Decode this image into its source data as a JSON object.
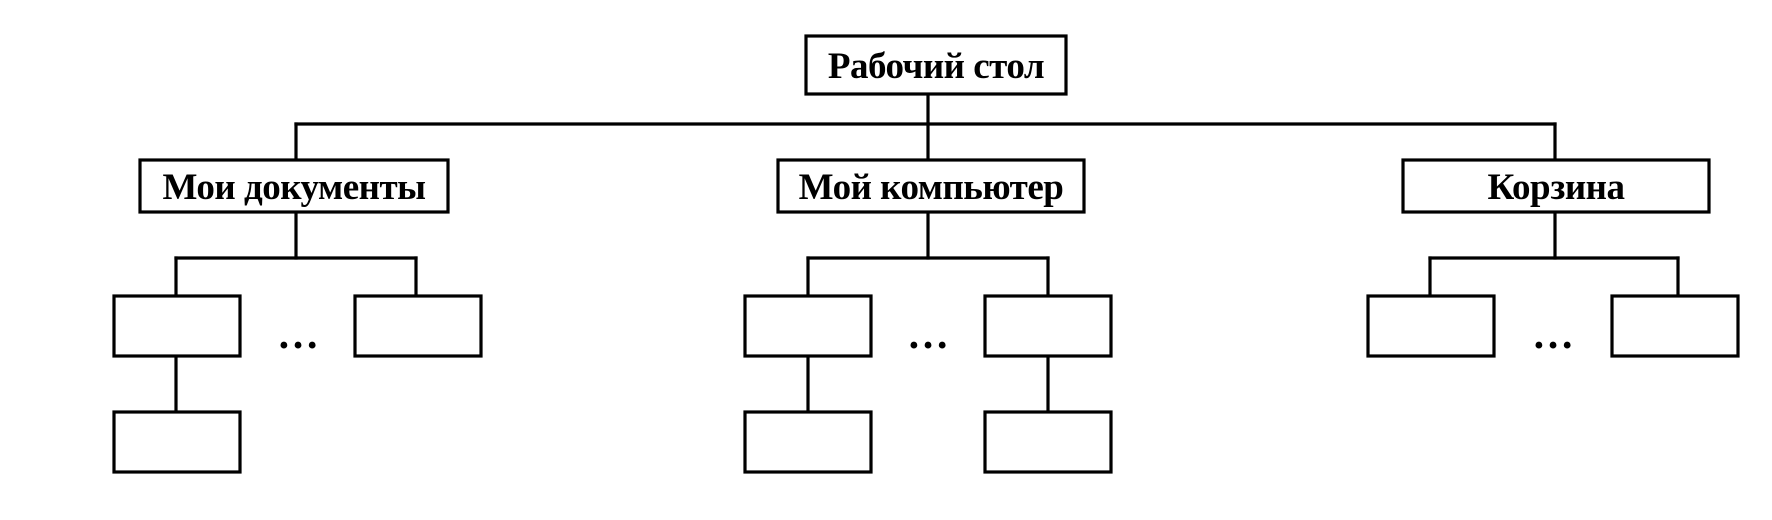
{
  "diagram": {
    "root": {
      "label": "Рабочий стол"
    },
    "children": [
      {
        "id": "my-documents",
        "label": "Мои документы",
        "ellipsis": "…"
      },
      {
        "id": "my-computer",
        "label": "Мой компьютер",
        "ellipsis": "…"
      },
      {
        "id": "recycle-bin",
        "label": "Корзина",
        "ellipsis": "…"
      }
    ],
    "colors": {
      "line": "#000000",
      "background": "#ffffff"
    }
  }
}
